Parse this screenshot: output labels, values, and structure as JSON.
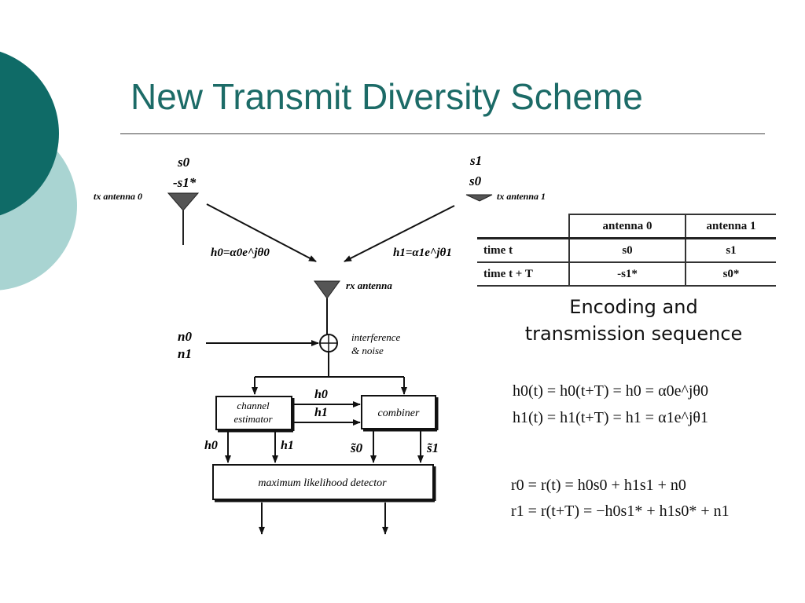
{
  "slide": {
    "title": "New Transmit Diversity Scheme",
    "colors": {
      "teal_dark": "#0f6b67",
      "teal_light": "#a9d4d2",
      "title": "#1c6b67"
    }
  },
  "diagram": {
    "tx0_symbols": [
      "s0",
      "-s1*"
    ],
    "tx0_label": "tx antenna 0",
    "tx1_symbols": [
      "s1",
      "s0"
    ],
    "tx1_label": "tx antenna 1",
    "h0_label": "h0=α0e^jθ0",
    "h1_label": "h1=α1e^jθ1",
    "rx_label": "rx antenna",
    "noise_symbols": [
      "n0",
      "n1"
    ],
    "noise_label_line1": "interference",
    "noise_label_line2": "& noise",
    "channel_estimator_line1": "channel",
    "channel_estimator_line2": "estimator",
    "combiner": "combiner",
    "h0_arrow": "h0",
    "h1_arrow": "h1",
    "h0_out": "h0",
    "h1_out": "h1",
    "s0_tilde": "s̃0",
    "s1_tilde": "s̃1",
    "ml_detector": "maximum likelihood detector"
  },
  "table": {
    "headers": [
      "",
      "antenna 0",
      "antenna 1"
    ],
    "rows": [
      [
        "time t",
        "s0",
        "s1"
      ],
      [
        "time t + T",
        "-s1*",
        "s0*"
      ]
    ]
  },
  "caption": {
    "line1": "Encoding and",
    "line2": "transmission sequence"
  },
  "equations": {
    "eq1": "h0(t) = h0(t+T) = h0 = α0e^jθ0",
    "eq2": "h1(t) = h1(t+T) = h1 = α1e^jθ1",
    "eq3": "r0 = r(t) = h0s0 + h1s1 + n0",
    "eq4": "r1 = r(t+T) = −h0s1* + h1s0* + n1"
  }
}
